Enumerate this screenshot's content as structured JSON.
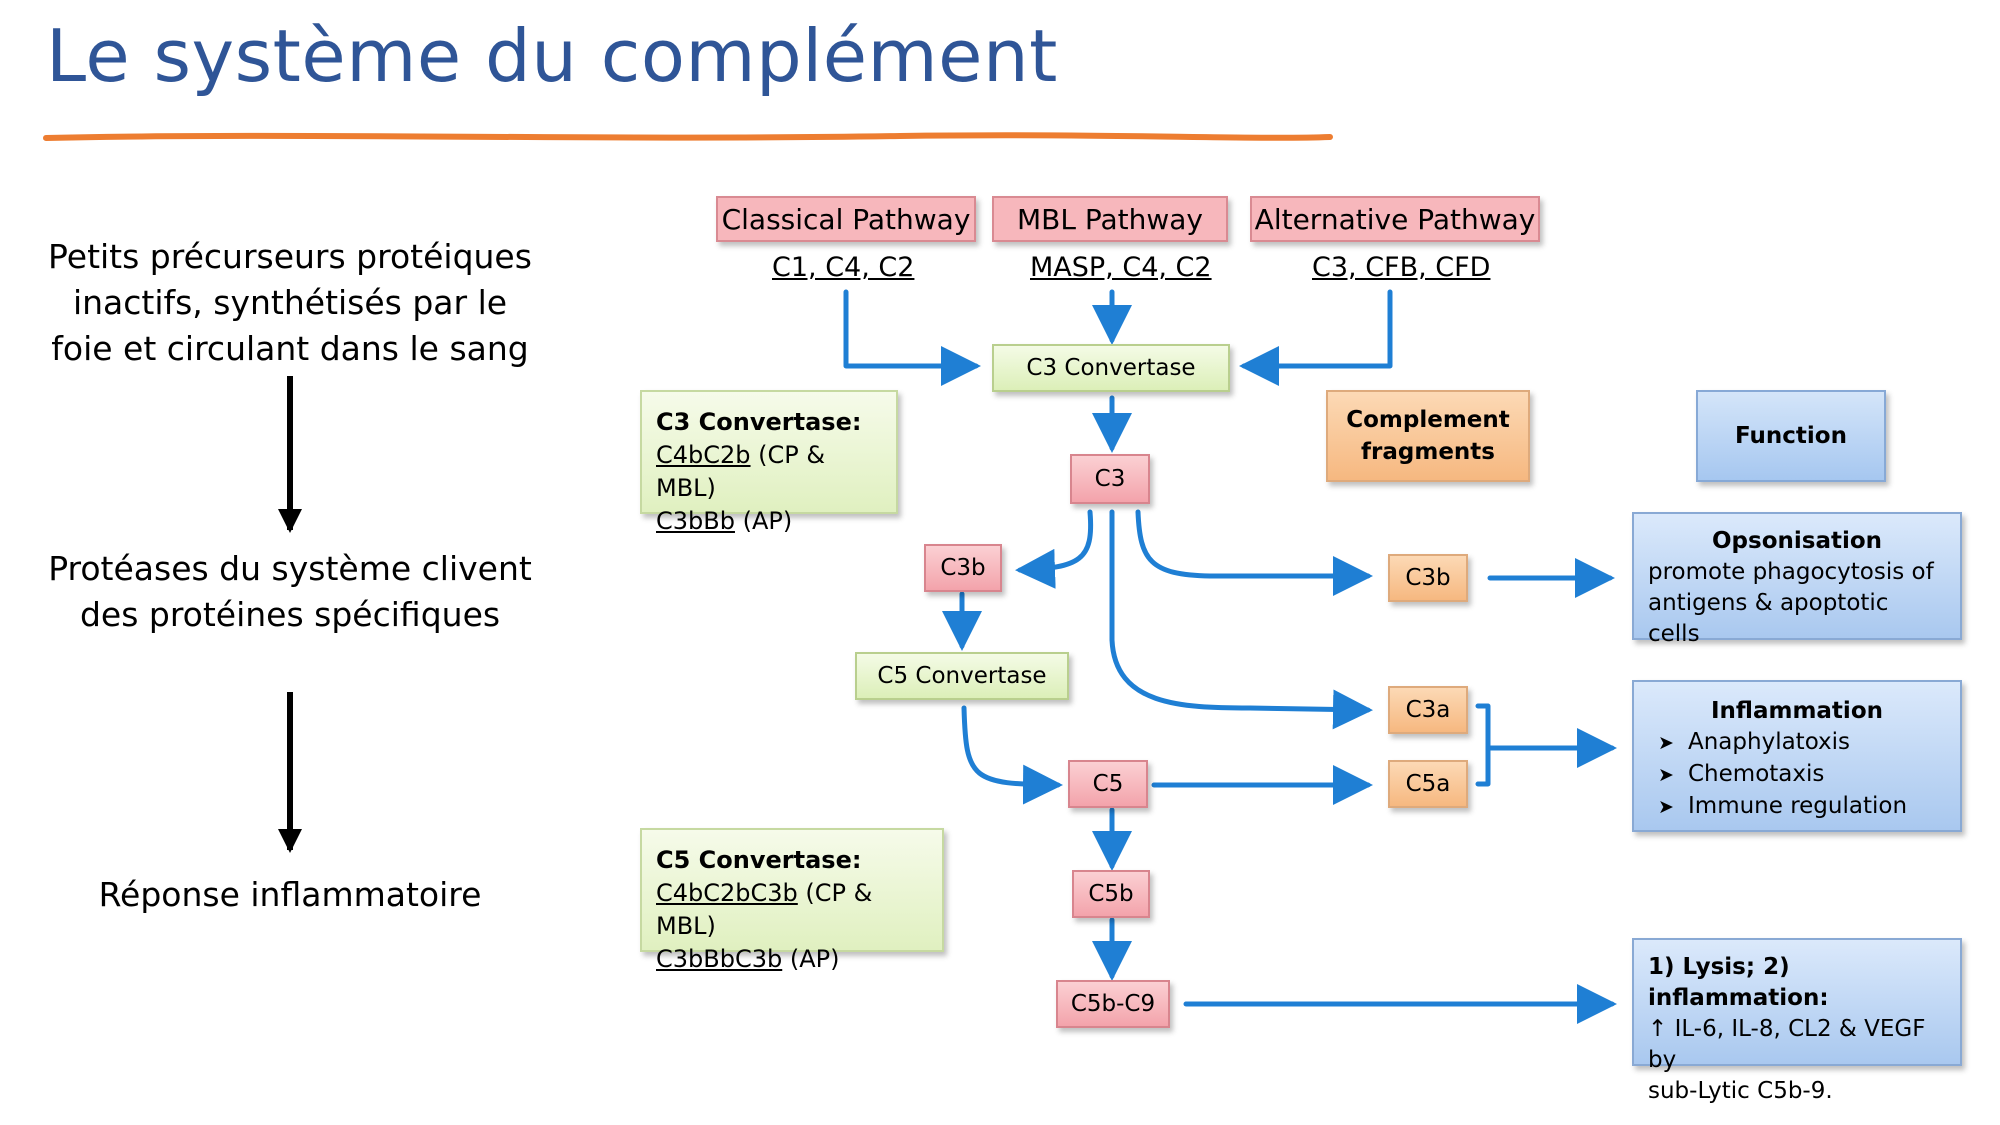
{
  "slide": {
    "title": "Le système du complément",
    "left": {
      "step1": "Petits précurseurs protéiques inactifs, synthétisés par le foie et circulant dans le sang",
      "step2": "Protéases du système clivent des protéines spécifiques",
      "step3": "Réponse inflammatoire"
    }
  },
  "diagram": {
    "pathways": {
      "classical": {
        "label": "Classical Pathway",
        "components": "C1, C4, C2"
      },
      "mbl": {
        "label": "MBL Pathway",
        "components": "MASP, C4, C2"
      },
      "alternative": {
        "label": "Alternative Pathway",
        "components": "C3, CFB, CFD"
      }
    },
    "nodes": {
      "c3_convertase": "C3 Convertase",
      "c3": "C3",
      "c3b_left": "C3b",
      "c5_convertase": "C5 Convertase",
      "c5": "C5",
      "c5b": "C5b",
      "c5b_c9": "C5b-C9",
      "c3b_right": "C3b",
      "c3a": "C3a",
      "c5a": "C5a"
    },
    "headers": {
      "fragments": "Complement fragments",
      "function": "Function"
    },
    "notes": {
      "c3_convertase": {
        "title": "C3 Convertase:",
        "line1_u": "C4bC2b",
        "line1_rest": " (CP & MBL)",
        "line2_u": "C3bBb",
        "line2_rest": "  (AP)"
      },
      "c5_convertase": {
        "title": "C5 Convertase:",
        "line1_u": "C4bC2bC3b",
        "line1_rest": " (CP & MBL)",
        "line2_u": "C3bBbC3b",
        "line2_rest": "  (AP)"
      }
    },
    "functions": {
      "opsonisation": {
        "title": "Opsonisation",
        "line1": "promote phagocytosis of",
        "line2": "antigens & apoptotic cells"
      },
      "inflammation": {
        "title": "Inflammation",
        "items": [
          "Anaphylatoxis",
          "Chemotaxis",
          "Immune regulation"
        ]
      },
      "lysis": {
        "title": "1) Lysis;  2) inflammation:",
        "line1": "↑ IL-6, IL-8, CL2 & VEGF by",
        "line2": "sub-Lytic C5b-9."
      }
    },
    "colors": {
      "arrow": "#1f7fd4",
      "title": "#2f5597",
      "underline": "#ed7d31"
    }
  }
}
